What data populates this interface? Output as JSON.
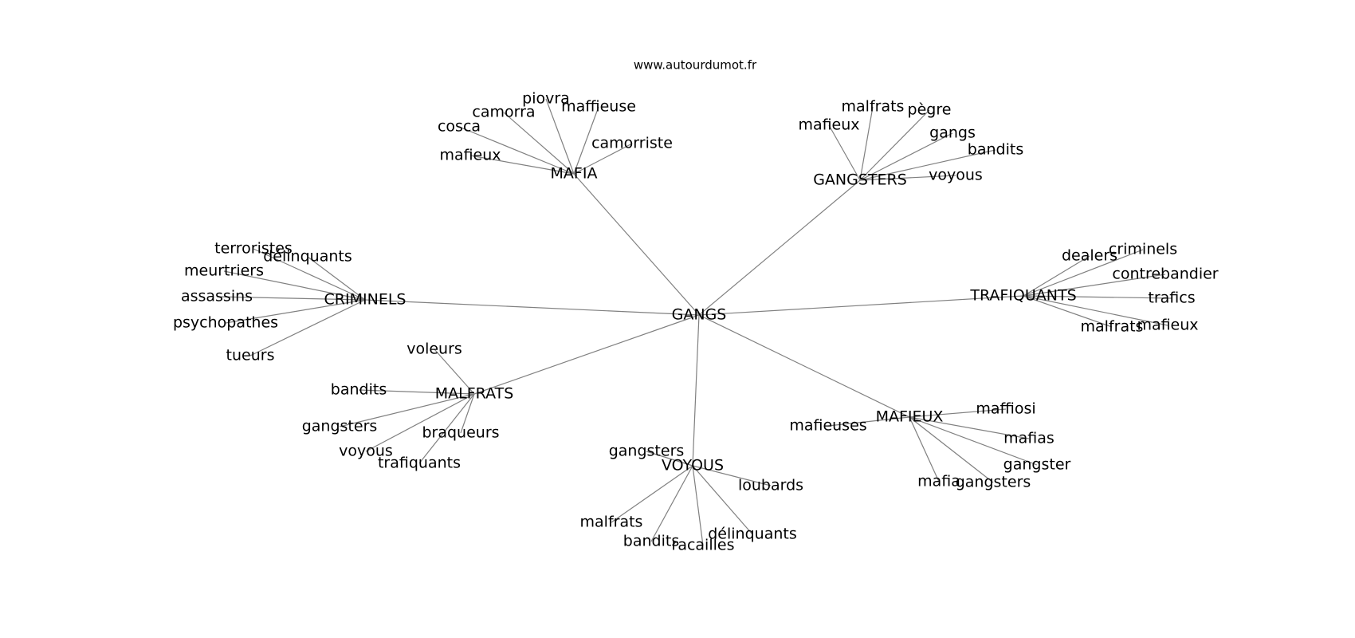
{
  "source": "www.autourdumot.fr",
  "colors": {
    "edge": "#808080",
    "text": "#000000",
    "background": "#ffffff"
  },
  "graph": {
    "center": "GANGS",
    "clusters": [
      {
        "hub": "MAFIA",
        "leaves": [
          "piovra",
          "maffieuse",
          "camorra",
          "cosca",
          "camorriste",
          "mafieux"
        ]
      },
      {
        "hub": "GANGSTERS",
        "leaves": [
          "malfrats",
          "pègre",
          "mafieux",
          "gangs",
          "bandits",
          "voyous"
        ]
      },
      {
        "hub": "CRIMINELS",
        "leaves": [
          "terroristes",
          "délinquants",
          "meurtriers",
          "assassins",
          "psychopathes",
          "tueurs"
        ]
      },
      {
        "hub": "TRAFIQUANTS",
        "leaves": [
          "dealers",
          "criminels",
          "contrebandier",
          "trafics",
          "malfrats",
          "mafieux"
        ]
      },
      {
        "hub": "MALFRATS",
        "leaves": [
          "voleurs",
          "bandits",
          "gangsters",
          "braqueurs",
          "voyous",
          "trafiquants"
        ]
      },
      {
        "hub": "VOYOUS",
        "leaves": [
          "gangsters",
          "loubards",
          "malfrats",
          "délinquants",
          "bandits",
          "racailles"
        ]
      },
      {
        "hub": "MAFIEUX",
        "leaves": [
          "maffiosi",
          "mafieuses",
          "mafias",
          "gangster",
          "mafia",
          "gangsters"
        ]
      }
    ]
  }
}
